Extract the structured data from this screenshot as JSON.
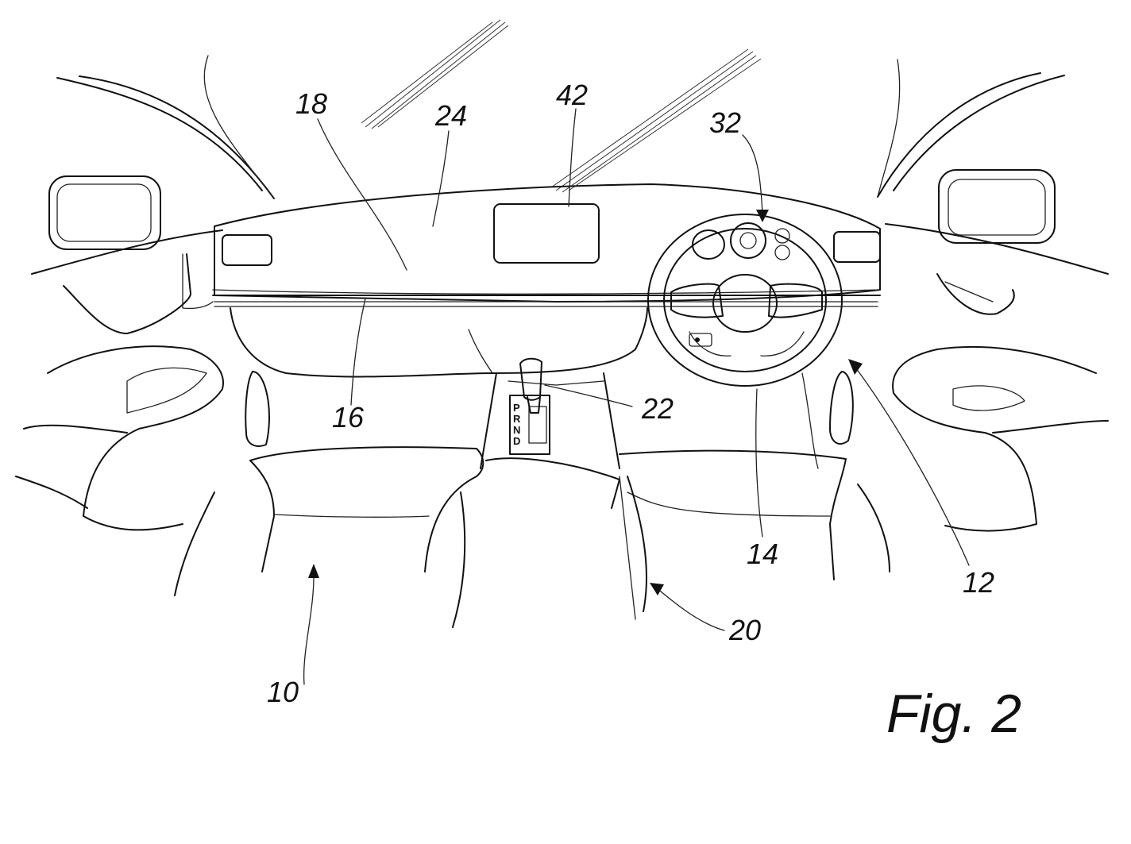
{
  "figure": {
    "caption": "Fig. 2",
    "reference_numerals": {
      "n10": "10",
      "n12": "12",
      "n14": "14",
      "n16": "16",
      "n18": "18",
      "n20": "20",
      "n22": "22",
      "n24": "24",
      "n32": "32",
      "n42": "42"
    },
    "gear_selector": {
      "p": "P",
      "r": "R",
      "n": "N",
      "d": "D"
    }
  }
}
